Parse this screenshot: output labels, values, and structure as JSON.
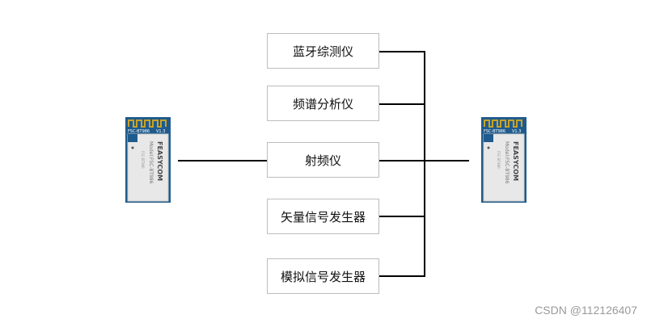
{
  "instruments": [
    {
      "label": "蓝牙综测仪"
    },
    {
      "label": "频谱分析仪"
    },
    {
      "label": "射频仪"
    },
    {
      "label": "矢量信号发生器"
    },
    {
      "label": "模拟信号发生器"
    }
  ],
  "module": {
    "brand": "FEASYCOM",
    "model": "Model:FSC-BT986",
    "pcb_label": "FSC-BT986",
    "version": "V1.3",
    "pcb_color": "#1f5b8c",
    "antenna_color": "#c9a227"
  },
  "watermark": "CSDN @112126407"
}
